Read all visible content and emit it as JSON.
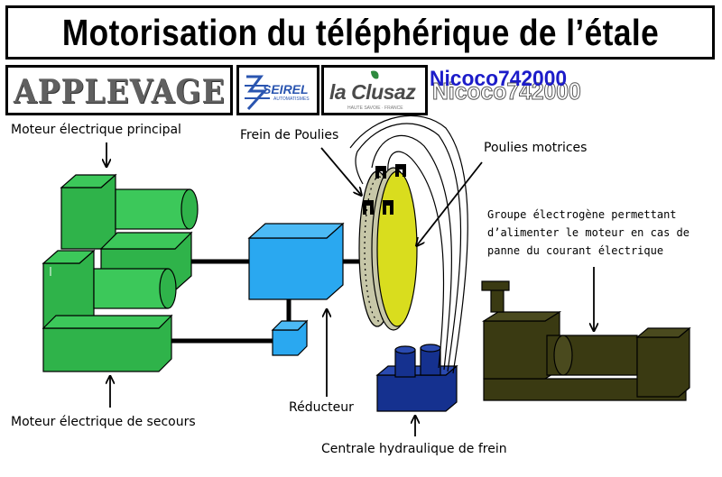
{
  "title": "Motorisation du téléphérique de l’étale",
  "logos": {
    "applevage": "APPLEVAGE",
    "seirel": "SEIREL",
    "seirel_sub": "AUTOMATISMES",
    "clusaz": "la Clusaz",
    "clusaz_sub": "HAUTE SAVOIE · FRANCE"
  },
  "author": "Nicoco742000",
  "labels": {
    "moteur_principal": "Moteur électrique principal",
    "frein_poulies": "Frein de Poulies",
    "poulies_motrices": "Poulies motrices",
    "groupe_electrogene": "Groupe électrogène permettant d’alimenter le moteur en cas de panne du courant électrique",
    "reducteur": "Réducteur",
    "moteur_secours": "Moteur électrique de secours",
    "centrale_hydraulique": "Centrale hydraulique de frein"
  },
  "colors": {
    "motor_green": "#2fb34a",
    "motor_green_light": "#3cc85a",
    "reducer_blue": "#2aa8f0",
    "hydraulic_navy": "#15318f",
    "pulley_yellow": "#d9dd1e",
    "generator_olive": "#3a3a12"
  }
}
